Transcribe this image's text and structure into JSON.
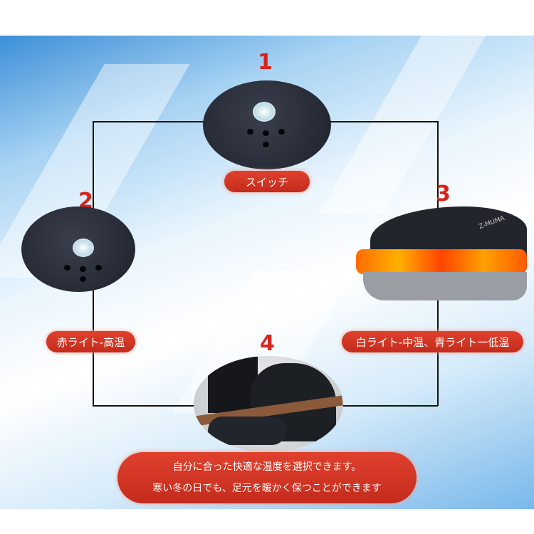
{
  "steps": [
    {
      "number": "1",
      "label": "スイッチ"
    },
    {
      "number": "2",
      "label": "赤ライト-高温"
    },
    {
      "number": "3",
      "label": "白ライト-中温、青ライト一低温"
    },
    {
      "number": "4"
    }
  ],
  "footer": {
    "line1": "自分に合った快適な温度を選択できます。",
    "line2": "寒い冬の日でも、足元を暖かく保つことができます"
  },
  "shoe_brand": "Z-MUMA",
  "colors": {
    "accent": "#d9241c",
    "label_bg": "#d33521"
  }
}
